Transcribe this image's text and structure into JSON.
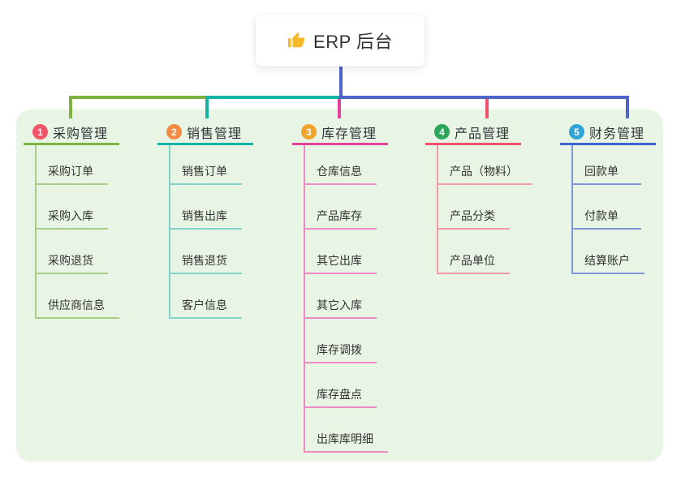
{
  "root": {
    "label": "ERP 后台",
    "icon": "thumbs-up-icon",
    "icon_color": "#f5b928"
  },
  "colors": {
    "canvas_bg": "#ffffff",
    "group_bg": "#e9f5e4",
    "connector": "#4f63c9",
    "text": "#333333"
  },
  "branches": [
    {
      "badge": "1",
      "title": "采购管理",
      "badge_color": "#f15568",
      "line_color": "#7db342",
      "child_line_color": "#a8ce85",
      "children": [
        "采购订单",
        "采购入库",
        "采购退货",
        "供应商信息"
      ]
    },
    {
      "badge": "2",
      "title": "销售管理",
      "badge_color": "#f68b43",
      "line_color": "#13b3a6",
      "child_line_color": "#82d3c9",
      "children": [
        "销售订单",
        "销售出库",
        "销售退货",
        "客户信息"
      ]
    },
    {
      "badge": "3",
      "title": "库存管理",
      "badge_color": "#f0a42e",
      "line_color": "#e2439a",
      "child_line_color": "#ee8ac4",
      "children": [
        "仓库信息",
        "产品库存",
        "其它出库",
        "其它入库",
        "库存调拨",
        "库存盘点",
        "出库库明细"
      ]
    },
    {
      "badge": "4",
      "title": "产品管理",
      "badge_color": "#2ea65a",
      "line_color": "#f0506b",
      "child_line_color": "#f79aa8",
      "children": [
        "产品（物料）",
        "产品分类",
        "产品单位"
      ]
    },
    {
      "badge": "5",
      "title": "财务管理",
      "badge_color": "#30a5da",
      "line_color": "#3e64d4",
      "child_line_color": "#8195da",
      "children": [
        "回款单",
        "付款单",
        "结算账户"
      ]
    }
  ]
}
